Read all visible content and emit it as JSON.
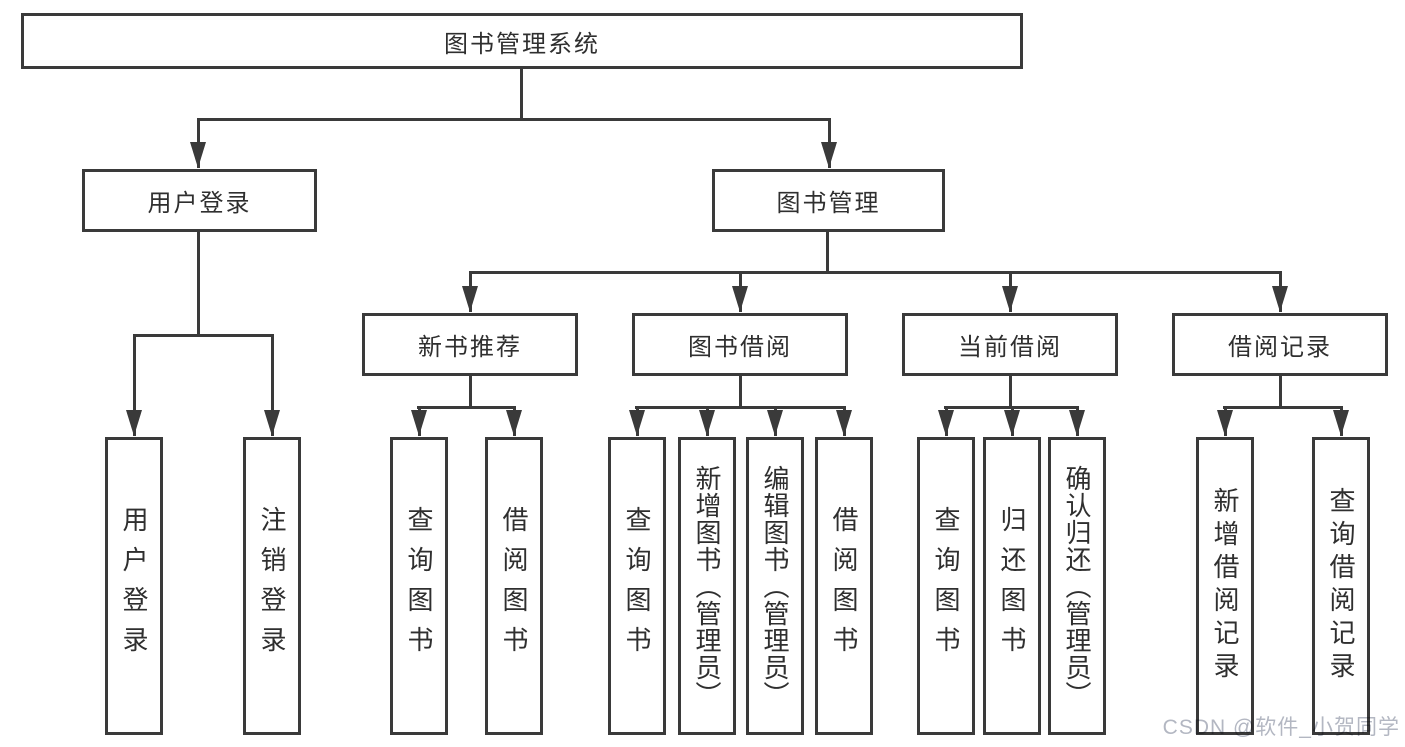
{
  "diagram": {
    "root": "图书管理系统",
    "level2": [
      "用户登录",
      "图书管理"
    ],
    "level3": [
      "新书推荐",
      "图书借阅",
      "当前借阅",
      "借阅记录"
    ],
    "leaves": {
      "user_login": [
        "用户登录",
        "注销登录"
      ],
      "new_book": [
        "查询图书",
        "借阅图书"
      ],
      "book_borrow": [
        "查询图书",
        "新增图书（管理员）",
        "编辑图书（管理员）",
        "借阅图书"
      ],
      "current_borrow": [
        "查询图书",
        "归还图书",
        "确认归还（管理员）"
      ],
      "borrow_record": [
        "新增借阅记录",
        "查询借阅记录"
      ]
    }
  },
  "watermark": "CSDN @软件_小贺同学",
  "colors": {
    "line": "#3a3a3a",
    "text": "#2f2f2f",
    "watermark": "#b3b7c2",
    "background": "#ffffff"
  }
}
